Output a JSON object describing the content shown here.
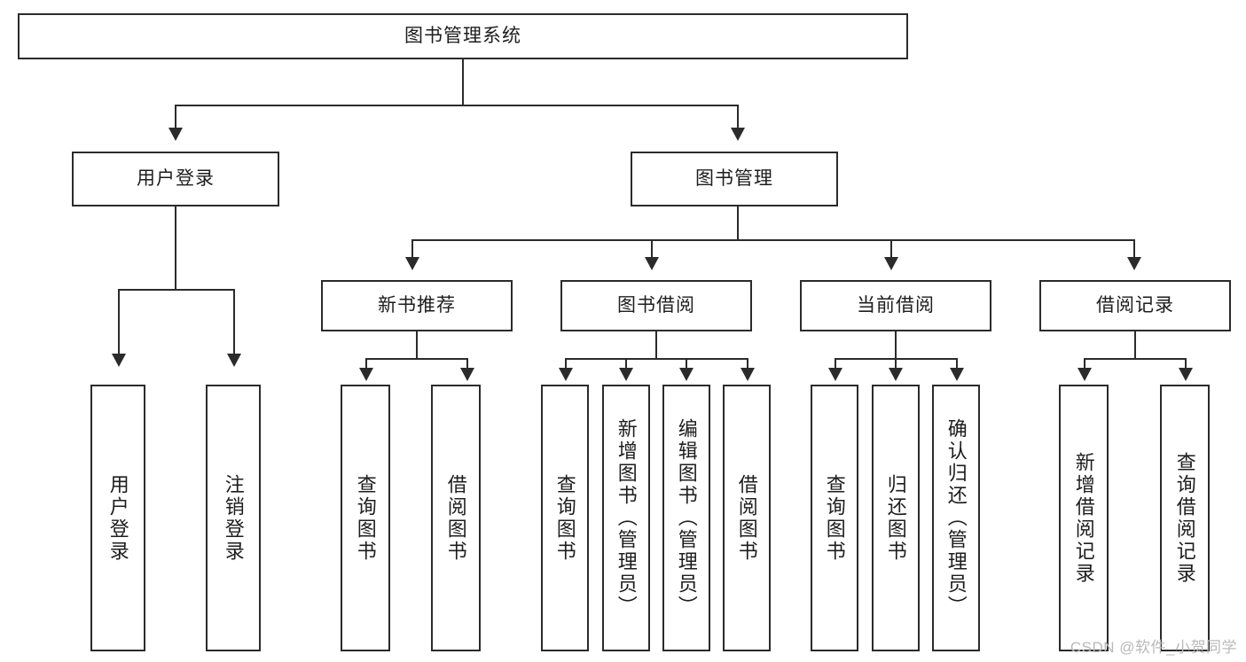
{
  "diagram": {
    "title": "图书管理系统",
    "watermark": "CSDN @软件_小贺同学",
    "levels": {
      "root": {
        "label": "图书管理系统"
      },
      "level2": [
        {
          "id": "user-login",
          "label": "用户登录"
        },
        {
          "id": "book-manage",
          "label": "图书管理"
        }
      ],
      "level3": [
        {
          "id": "new-book-recommend",
          "label": "新书推荐",
          "parent": "book-manage"
        },
        {
          "id": "book-borrow",
          "label": "图书借阅",
          "parent": "book-manage"
        },
        {
          "id": "current-borrow",
          "label": "当前借阅",
          "parent": "book-manage"
        },
        {
          "id": "borrow-record",
          "label": "借阅记录",
          "parent": "book-manage"
        }
      ],
      "leaves": [
        {
          "id": "leaf-user-login",
          "label": "用户登录",
          "parent": "user-login"
        },
        {
          "id": "leaf-user-logout",
          "label": "注销登录",
          "parent": "user-login"
        },
        {
          "id": "leaf-query-book-1",
          "label": "查询图书",
          "parent": "new-book-recommend"
        },
        {
          "id": "leaf-borrow-book-1",
          "label": "借阅图书",
          "parent": "new-book-recommend"
        },
        {
          "id": "leaf-query-book-2",
          "label": "查询图书",
          "parent": "book-borrow"
        },
        {
          "id": "leaf-add-book",
          "label": "新增图书（管理员）",
          "parent": "book-borrow"
        },
        {
          "id": "leaf-edit-book",
          "label": "编辑图书（管理员）",
          "parent": "book-borrow"
        },
        {
          "id": "leaf-borrow-book-2",
          "label": "借阅图书",
          "parent": "book-borrow"
        },
        {
          "id": "leaf-query-book-3",
          "label": "查询图书",
          "parent": "current-borrow"
        },
        {
          "id": "leaf-return-book",
          "label": "归还图书",
          "parent": "current-borrow"
        },
        {
          "id": "leaf-confirm-return",
          "label": "确认归还（管理员）",
          "parent": "current-borrow"
        },
        {
          "id": "leaf-add-record",
          "label": "新增借阅记录",
          "parent": "borrow-record"
        },
        {
          "id": "leaf-query-record",
          "label": "查询借阅记录",
          "parent": "borrow-record"
        }
      ]
    },
    "colors": {
      "stroke": "#2b2b2b",
      "fill": "#ffffff",
      "text": "#1d1d1d",
      "watermark": "#b9b9b9"
    }
  }
}
